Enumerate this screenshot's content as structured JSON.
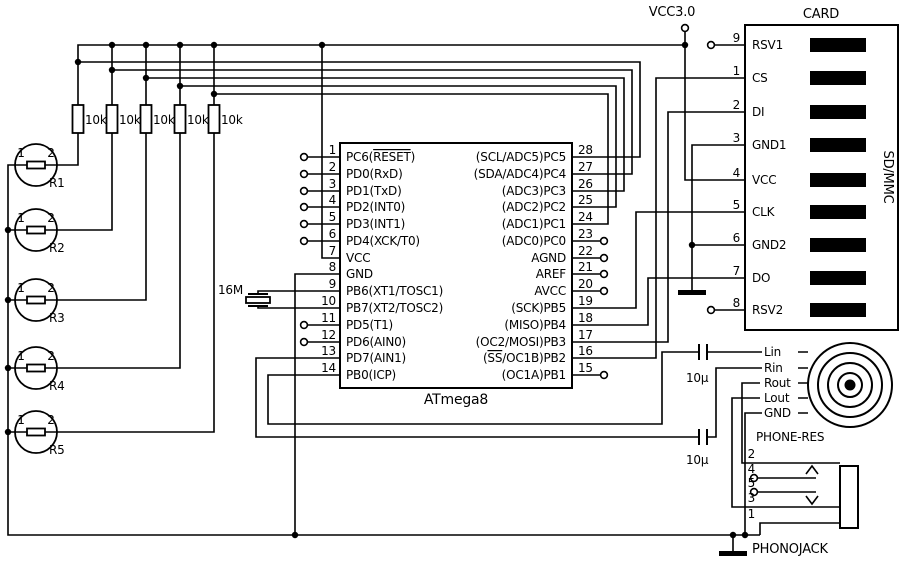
{
  "power": {
    "vcc_label": "VCC3.0"
  },
  "resistors": {
    "values": [
      "10k",
      "10k",
      "10k",
      "10k",
      "10k"
    ]
  },
  "crystal": {
    "value": "16M"
  },
  "capacitors": {
    "c1": "10µ",
    "c2": "10µ"
  },
  "ic": {
    "name": "ATmega8",
    "left_pins": [
      {
        "num": "1",
        "pre": "PC6(",
        "bar": "RESET",
        "post": ")"
      },
      {
        "num": "2",
        "name": "PD0(RxD)"
      },
      {
        "num": "3",
        "name": "PD1(TxD)"
      },
      {
        "num": "4",
        "name": "PD2(INT0)"
      },
      {
        "num": "5",
        "name": "PD3(INT1)"
      },
      {
        "num": "6",
        "name": "PD4(XCK/T0)"
      },
      {
        "num": "7",
        "name": "VCC"
      },
      {
        "num": "8",
        "name": "GND"
      },
      {
        "num": "9",
        "name": "PB6(XT1/TOSC1)"
      },
      {
        "num": "10",
        "name": "PB7(XT2/TOSC2)"
      },
      {
        "num": "11",
        "name": "PD5(T1)"
      },
      {
        "num": "12",
        "name": "PD6(AIN0)"
      },
      {
        "num": "13",
        "name": "PD7(AIN1)"
      },
      {
        "num": "14",
        "name": "PB0(ICP)"
      }
    ],
    "right_pins": [
      {
        "num": "28",
        "name": "(SCL/ADC5)PC5"
      },
      {
        "num": "27",
        "name": "(SDA/ADC4)PC4"
      },
      {
        "num": "26",
        "name": "(ADC3)PC3"
      },
      {
        "num": "25",
        "name": "(ADC2)PC2"
      },
      {
        "num": "24",
        "name": "(ADC1)PC1"
      },
      {
        "num": "23",
        "name": "(ADC0)PC0"
      },
      {
        "num": "22",
        "name": "AGND"
      },
      {
        "num": "21",
        "name": "AREF"
      },
      {
        "num": "20",
        "name": "AVCC"
      },
      {
        "num": "19",
        "name": "(SCK)PB5"
      },
      {
        "num": "18",
        "name": "(MISO)PB4"
      },
      {
        "num": "17",
        "name": "(OC2/MOSI)PB3"
      },
      {
        "num": "16",
        "pre": "(",
        "bar": "SS",
        "post": "/OC1B)PB2"
      },
      {
        "num": "15",
        "name": "(OC1A)PB1"
      }
    ]
  },
  "card": {
    "title": "CARD",
    "type_label": "SD/MMC",
    "pins": [
      {
        "num": "9",
        "name": "RSV1"
      },
      {
        "num": "1",
        "name": "CS"
      },
      {
        "num": "2",
        "name": "DI"
      },
      {
        "num": "3",
        "name": "GND1"
      },
      {
        "num": "4",
        "name": "VCC"
      },
      {
        "num": "5",
        "name": "CLK"
      },
      {
        "num": "6",
        "name": "GND2"
      },
      {
        "num": "7",
        "name": "DO"
      },
      {
        "num": "8",
        "name": "RSV2"
      }
    ]
  },
  "switches": [
    {
      "ref": "R1",
      "p1": "1",
      "p2": "2"
    },
    {
      "ref": "R2",
      "p1": "1",
      "p2": "2"
    },
    {
      "ref": "R3",
      "p1": "1",
      "p2": "2"
    },
    {
      "ref": "R4",
      "p1": "1",
      "p2": "2"
    },
    {
      "ref": "R5",
      "p1": "1",
      "p2": "2"
    }
  ],
  "audio": {
    "terminals": [
      "Lin",
      "Rin",
      "Rout",
      "Lout",
      "GND"
    ],
    "device": "PHONE-RES"
  },
  "jack": {
    "device": "PHONOJACK",
    "pins": [
      "2",
      "4",
      "5",
      "3",
      "1"
    ]
  }
}
